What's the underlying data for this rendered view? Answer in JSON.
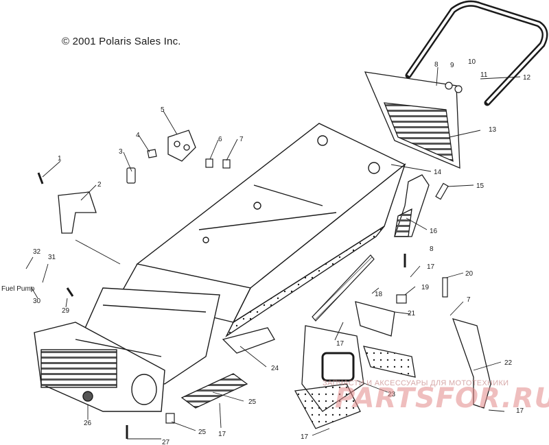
{
  "copyright": "© 2001 Polaris Sales Inc.",
  "watermark": {
    "subtitle": "ЗАПЧАСТИ И АКСЕССУАРЫ ДЛЯ МОТОТЕХНИКИ",
    "brand": "PARTSFOR.RU"
  },
  "callouts": [
    "1",
    "2",
    "3",
    "4",
    "5",
    "6",
    "7",
    "8",
    "9",
    "10",
    "11",
    "12",
    "13",
    "14",
    "15",
    "16",
    "8",
    "17",
    "18",
    "19",
    "20",
    "7",
    "21",
    "17",
    "22",
    "23",
    "24",
    "25",
    "25",
    "17",
    "26",
    "27",
    "17",
    "17",
    "29",
    "30",
    "31",
    "32"
  ],
  "side_label": "Fuel Pump",
  "colors": {
    "line": "#1a1a1a",
    "fill": "#ffffff",
    "shade": "#9a9a9a",
    "watermark": "#e28a8a"
  }
}
